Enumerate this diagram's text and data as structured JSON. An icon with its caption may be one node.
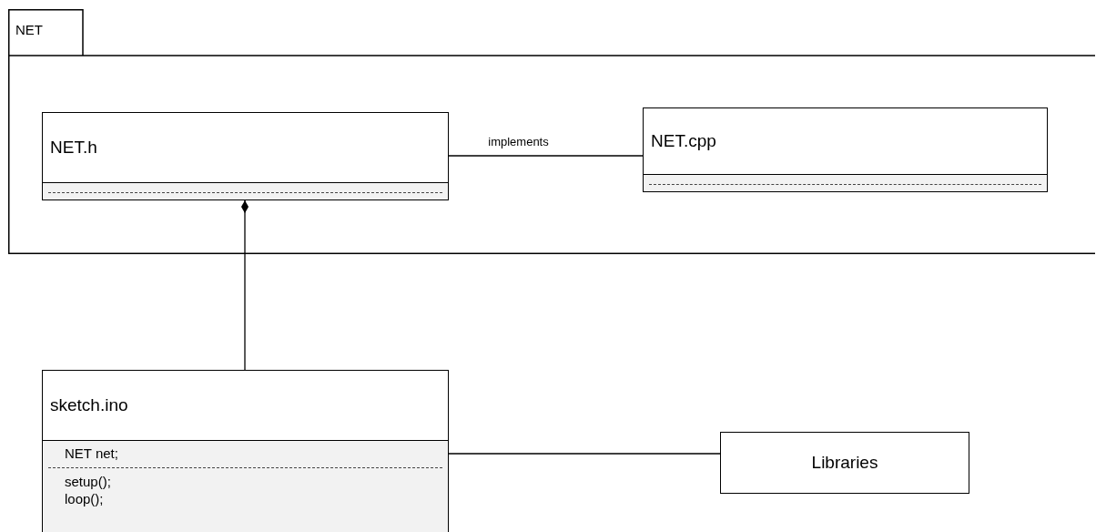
{
  "diagram": {
    "nodes": [
      {
        "text": [
          "NET"
        ]
      },
      {
        "text": [
          "NET.h"
        ],
        "in": 0
      },
      {
        "text": [
          "NET.cpp"
        ],
        "in": 0
      },
      {
        "text": [
          "sketch.ino",
          "NET net;",
          "setup();",
          "loop();"
        ]
      },
      {
        "text": [
          "Libraries"
        ]
      }
    ],
    "edges": [
      {
        "from": 1,
        "to": 2,
        "arrow": "none",
        "label": "implements"
      },
      {
        "from": 3,
        "to": 1,
        "arrow": "other"
      },
      {
        "from": 3,
        "to": 4,
        "arrow": "none"
      }
    ]
  }
}
